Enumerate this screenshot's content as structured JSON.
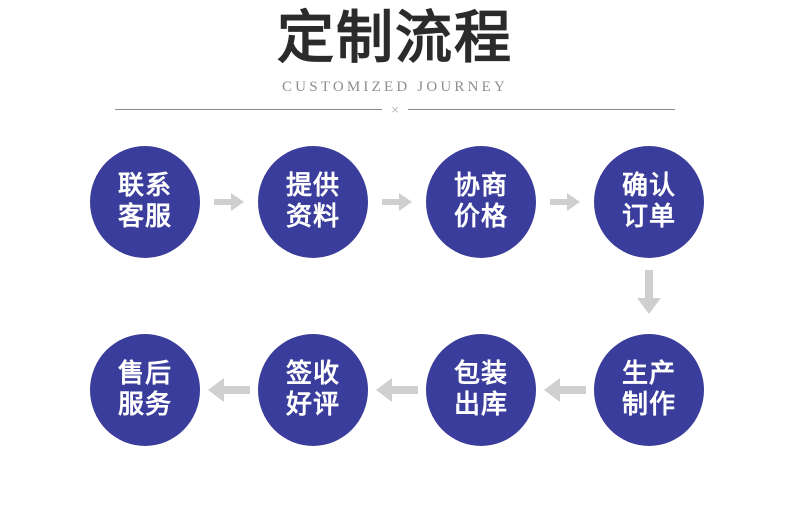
{
  "header": {
    "title": "定制流程",
    "subtitle": "CUSTOMIZED JOURNEY",
    "divider_mark": "×"
  },
  "theme": {
    "node_color": "#3a3d9b",
    "node_text_color": "#ffffff",
    "title_color": "#2b2b2b",
    "subtitle_color": "#8d8d8d",
    "arrow_color": "#cfcfcf",
    "divider_color": "#8a8a8a",
    "background": "#ffffff"
  },
  "flow": {
    "row1": [
      {
        "line1": "联系",
        "line2": "客服"
      },
      {
        "line1": "提供",
        "line2": "资料"
      },
      {
        "line1": "协商",
        "line2": "价格"
      },
      {
        "line1": "确认",
        "line2": "订单"
      }
    ],
    "row2": [
      {
        "line1": "售后",
        "line2": "服务"
      },
      {
        "line1": "签收",
        "line2": "好评"
      },
      {
        "line1": "包装",
        "line2": "出库"
      },
      {
        "line1": "生产",
        "line2": "制作"
      }
    ],
    "connectors": {
      "row1_direction": "right",
      "row2_direction": "left",
      "vertical_direction": "down"
    }
  }
}
